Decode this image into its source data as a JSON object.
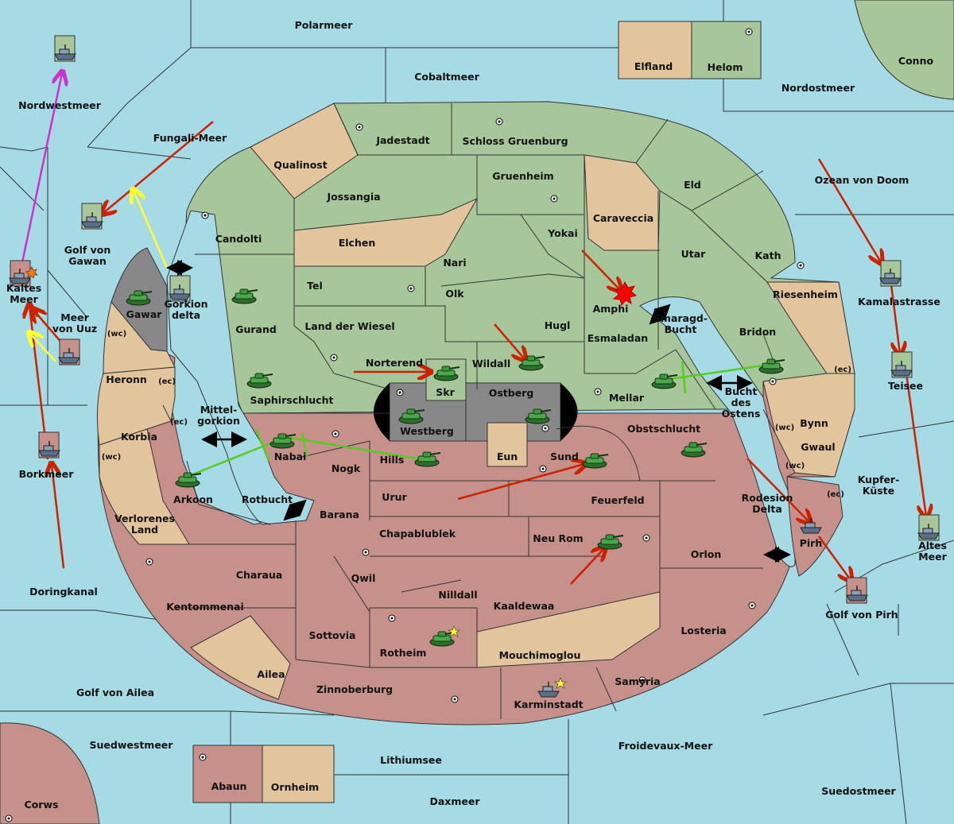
{
  "colors": {
    "sea": "#a6dbe6",
    "green": "#a7c79b",
    "red": "#c7918b",
    "tan": "#e3c59d",
    "gray": "#8a8a8a",
    "move_red": "#cc2200",
    "move_green": "#55cc22",
    "move_yellow": "#ffff33",
    "move_magenta": "#cc33cc"
  },
  "sea": {
    "polarmeer": "Polarmeer",
    "cobaltmeer": "Cobaltmeer",
    "nordostmeer": "Nordostmeer",
    "nordwestmeer": "Nordwestmeer",
    "fungali": "Fungali-Meer",
    "golf_gawan": "Golf von\nGawan",
    "kaltes": "Kaltes\nMeer",
    "uuz": "Meer\nvon Uuz",
    "borkmeer": "Borkmeer",
    "doringkanal": "Doringkanal",
    "golf_ailea": "Golf von Ailea",
    "suedwestmeer": "Suedwestmeer",
    "lithiumsee": "Lithiumsee",
    "daxmeer": "Daxmeer",
    "froidevaux": "Froidevaux-Meer",
    "suedostmeer": "Suedostmeer",
    "golf_pirh": "Golf von Pirh",
    "altes": "Altes\nMeer",
    "kupfer": "Kupfer-\nKüste",
    "teisee": "Teisee",
    "kamalastrasse": "Kamalastrasse",
    "ozean": "Ozean von Doom",
    "gorkion_delta": "Gorkion\ndelta",
    "mittelgorkion": "Mittel-\ngorkion",
    "rotbucht": "Rotbucht",
    "smaragd": "Smaragd-\nBucht",
    "bucht_ostens": "Bucht\ndes\nOstens",
    "rodesion": "Rodesion\nDelta"
  },
  "land": {
    "conno": "Conno",
    "elfland": "Elfland",
    "helom": "Helom",
    "jadestadt": "Jadestadt",
    "schloss": "Schloss Gruenburg",
    "qualinost": "Qualinost",
    "gruenheim": "Gruenheim",
    "eld": "Eld",
    "jossangia": "Jossangia",
    "caraveccia": "Caraveccia",
    "candolti": "Candolti",
    "elchen": "Elchen",
    "yokai": "Yokai",
    "utar": "Utar",
    "kath": "Kath",
    "nari": "Nari",
    "tel": "Tel",
    "olk": "Olk",
    "amphi": "Amphi",
    "riesenheim": "Riesenheim",
    "gawar": "Gawar",
    "gurand": "Gurand",
    "land_wiesel": "Land der Wiesel",
    "hugl": "Hugl",
    "esmaladan": "Esmaladan",
    "bridon": "Bridon",
    "norterend": "Norterend",
    "wildall": "Wildall",
    "heronn": "Heronn",
    "saphir": "Saphirschlucht",
    "skr": "Skr",
    "ostberg": "Ostberg",
    "mellar": "Mellar",
    "bynn": "Bynn",
    "korbia": "Korbia",
    "westberg": "Westberg",
    "obstschlucht": "Obstschlucht",
    "gwaul": "Gwaul",
    "nabai": "Nabai",
    "hills": "Hills",
    "eun": "Eun",
    "sund": "Sund",
    "nogk": "Nogk",
    "arkoon": "Arkoon",
    "verlorenes": "Verlorenes\nLand",
    "urur": "Urur",
    "feuerfeld": "Feuerfeld",
    "barana": "Barana",
    "chapa": "Chapablublek",
    "neurom": "Neu Rom",
    "orlon": "Orlon",
    "pirh": "Pirh",
    "charaua": "Charaua",
    "qwil": "Qwil",
    "nilldall": "Nilldall",
    "kaaldewaa": "Kaaldewaa",
    "kentommenai": "Kentommenai",
    "sottovia": "Sottovia",
    "rotheim": "Rotheim",
    "mouchi": "Mouchimoglou",
    "losteria": "Losteria",
    "ailea": "Ailea",
    "samyria": "Samyria",
    "zinnoberburg": "Zinnoberburg",
    "karminstadt": "Karminstadt",
    "abaun": "Abaun",
    "ornheim": "Ornheim",
    "corws": "Corws"
  },
  "coast": {
    "wc": "(wc)",
    "ec": "(ec)"
  },
  "icons": {
    "army": "army-tank-icon",
    "fleet": "fleet-ship-icon",
    "center": "supply-center-icon",
    "star": "star-icon",
    "explosion": "explosion-icon",
    "arrow": "double-arrow-icon"
  }
}
